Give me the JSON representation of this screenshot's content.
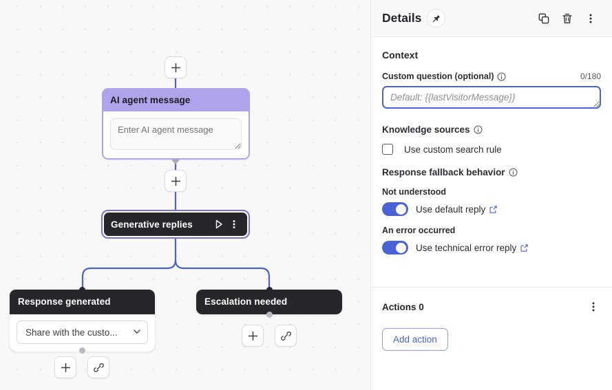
{
  "canvas": {
    "nodes": {
      "ai_message": {
        "title": "AI agent message",
        "input_placeholder": "Enter AI agent message"
      },
      "generative_replies": {
        "title": "Generative replies"
      },
      "response_generated": {
        "title": "Response generated",
        "select_value": "Share with the custo..."
      },
      "escalation_needed": {
        "title": "Escalation needed"
      }
    },
    "buttons": {
      "add_top": "+",
      "add_middle": "+",
      "add_response": "+",
      "link_response": "link-icon",
      "add_escalation": "+",
      "link_escalation": "link-icon"
    },
    "colors": {
      "node_purple": "#b1a3ea",
      "node_dark": "#27272b",
      "edge_blue": "#4a63d4",
      "selection_ring": "#7b6fe0"
    }
  },
  "panel": {
    "header": {
      "title": "Details",
      "pin_icon": "pin-icon",
      "copy_icon": "copy-icon",
      "delete_icon": "trash-icon",
      "more_icon": "kebab-menu-icon"
    },
    "context": {
      "section_title": "Context",
      "custom_question": {
        "label": "Custom question (optional)",
        "info_icon": "info-icon",
        "counter": "0/180",
        "value": "",
        "placeholder": "Default: {{lastVisitorMessage}}"
      },
      "knowledge_sources": {
        "label": "Knowledge sources",
        "info_icon": "info-icon",
        "checkbox_label": "Use custom search rule",
        "checked": false
      },
      "response_fallback": {
        "label": "Response fallback behavior",
        "info_icon": "info-icon",
        "items": [
          {
            "group_label": "Not understood",
            "toggle_label": "Use default reply",
            "enabled": true,
            "external_icon": "external-link-icon"
          },
          {
            "group_label": "An error occurred",
            "toggle_label": "Use technical error reply",
            "enabled": true,
            "external_icon": "external-link-icon"
          }
        ]
      }
    },
    "actions": {
      "title": "Actions 0",
      "more_icon": "kebab-menu-icon",
      "add_button": "Add action"
    },
    "colors": {
      "accent": "#4a63d4",
      "text": "#2c2c33",
      "header_bg": "#f8f8f9"
    }
  }
}
